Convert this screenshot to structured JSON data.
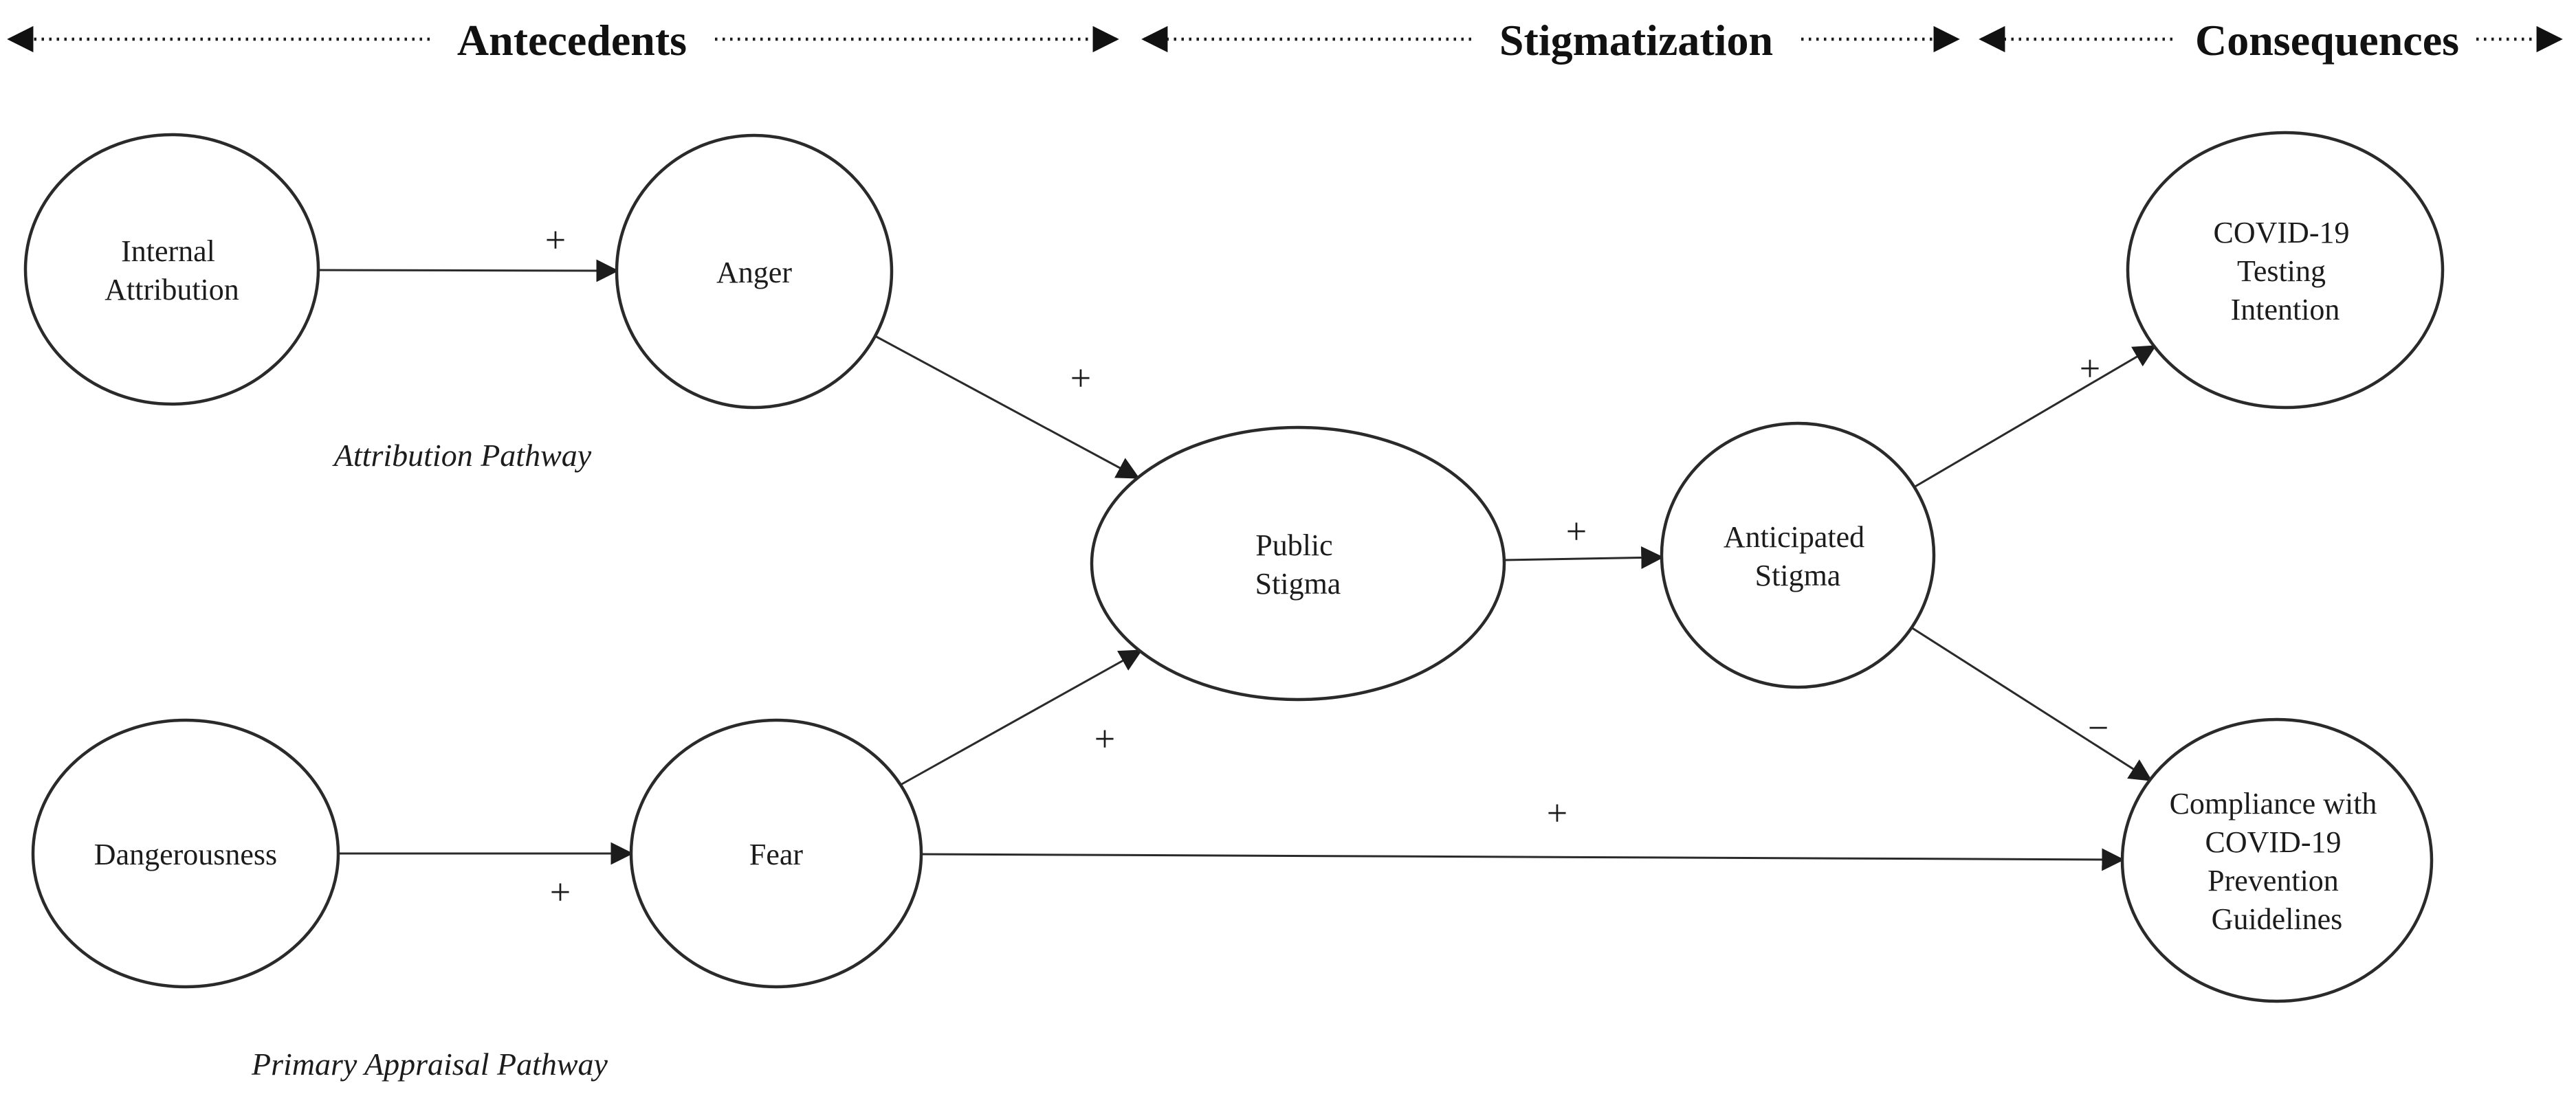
{
  "figure": {
    "background_color": "#ffffff",
    "ink_color": "#1c1c1c"
  },
  "header": {
    "sections": [
      {
        "label": "Antecedents"
      },
      {
        "label": "Stigmatization"
      },
      {
        "label": "Consequences"
      }
    ]
  },
  "pathways": {
    "attribution": "Attribution Pathway",
    "primary_appraisal": "Primary Appraisal Pathway"
  },
  "nodes": {
    "internal_attribution": {
      "lines": [
        "Internal",
        "Attribution"
      ]
    },
    "anger": {
      "lines": [
        "Anger"
      ]
    },
    "dangerousness": {
      "lines": [
        "Dangerousness"
      ]
    },
    "fear": {
      "lines": [
        "Fear"
      ]
    },
    "public_stigma": {
      "lines": [
        "Public",
        "Stigma"
      ]
    },
    "anticipated_stigma": {
      "lines": [
        "Anticipated",
        "Stigma"
      ]
    },
    "covid_testing_intention": {
      "lines": [
        "COVID-19",
        "Testing",
        "Intention"
      ]
    },
    "compliance": {
      "lines": [
        "Compliance with",
        "COVID-19",
        "Prevention",
        "Guidelines"
      ]
    }
  },
  "edges": {
    "internal_attribution_to_anger": {
      "sign": "+"
    },
    "anger_to_public_stigma": {
      "sign": "+"
    },
    "dangerousness_to_fear": {
      "sign": "+"
    },
    "fear_to_public_stigma": {
      "sign": "+"
    },
    "public_stigma_to_anticipated_stigma": {
      "sign": "+"
    },
    "anticipated_stigma_to_covid_testing_intention": {
      "sign": "+"
    },
    "anticipated_stigma_to_compliance": {
      "sign": "−"
    },
    "fear_to_compliance": {
      "sign": "+"
    }
  }
}
